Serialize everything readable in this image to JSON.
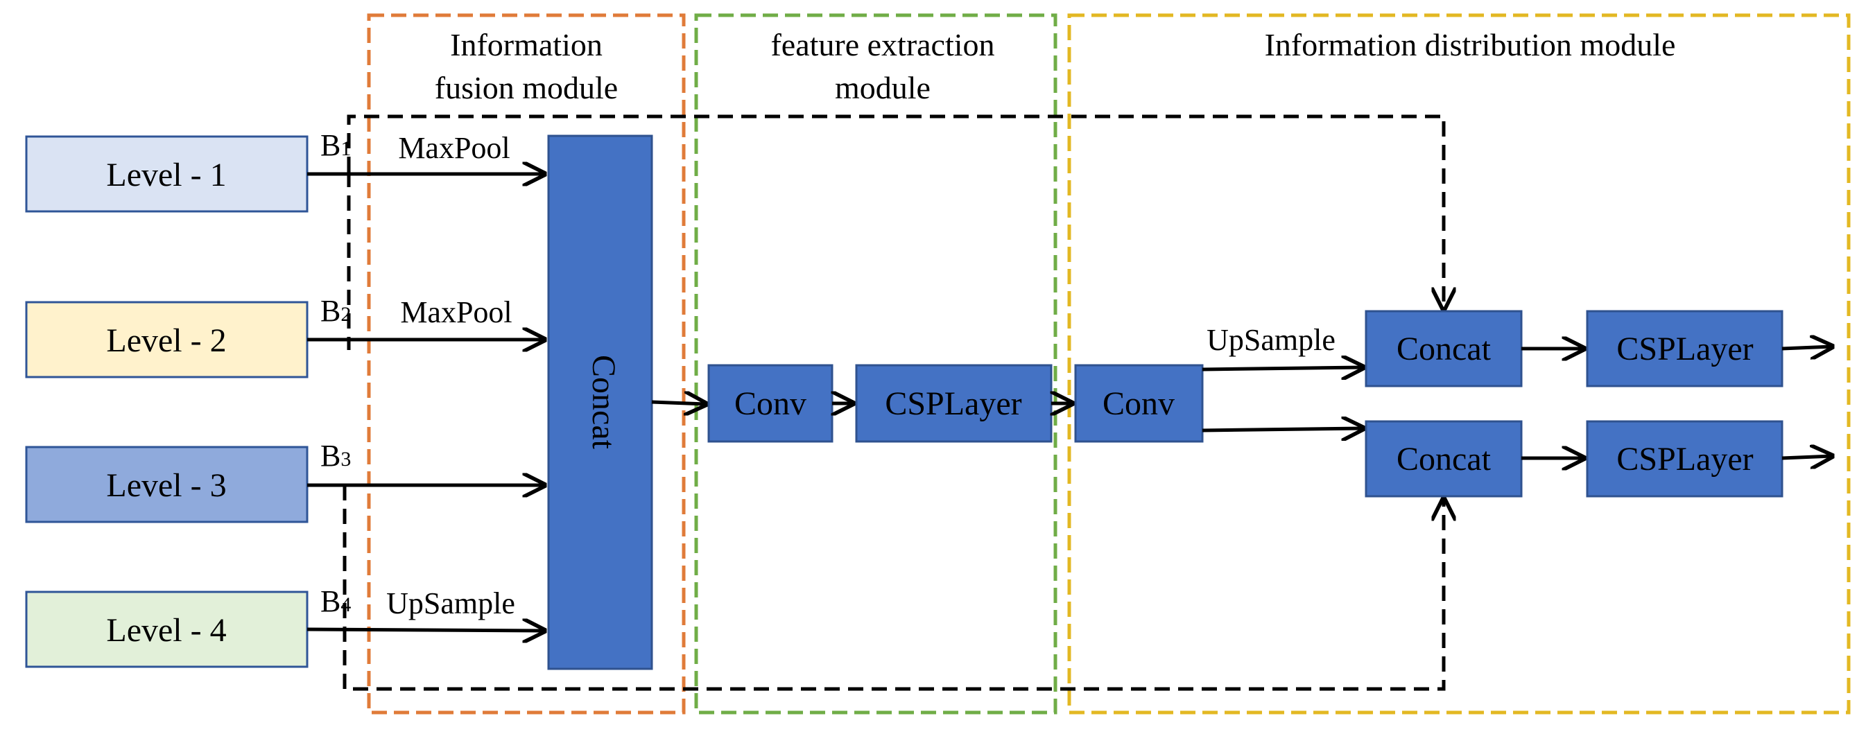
{
  "modules": {
    "fusion": {
      "title_line1": "Information",
      "title_line2": "fusion module",
      "color": "#E07B39"
    },
    "extraction": {
      "title_line1": "feature extraction",
      "title_line2": "module",
      "color": "#70AD47"
    },
    "distribution": {
      "title": "Information distribution module",
      "color": "#E3B823"
    }
  },
  "levels": [
    {
      "label": "Level - 1",
      "fill": "#DAE3F3"
    },
    {
      "label": "Level - 2",
      "fill": "#FFF2CC"
    },
    {
      "label": "Level - 3",
      "fill": "#8FAADC"
    },
    {
      "label": "Level - 4",
      "fill": "#E2F0D9"
    }
  ],
  "branches": [
    {
      "tag": "B",
      "sub": "1",
      "op": "MaxPool"
    },
    {
      "tag": "B",
      "sub": "2",
      "op": "MaxPool"
    },
    {
      "tag": "B",
      "sub": "3",
      "op": ""
    },
    {
      "tag": "B",
      "sub": "4",
      "op": "UpSample"
    }
  ],
  "blocks": {
    "concat_main": "Concat",
    "conv1": "Conv",
    "csp1": "CSPLayer",
    "conv2": "Conv",
    "upsample": "UpSample",
    "concat_top": "Concat",
    "concat_bottom": "Concat",
    "csp_top": "CSPLayer",
    "csp_bottom": "CSPLayer"
  },
  "colors": {
    "block_fill": "#4472C4",
    "block_stroke": "#2F528F",
    "level_stroke": "#2F5597",
    "line": "#000000"
  }
}
